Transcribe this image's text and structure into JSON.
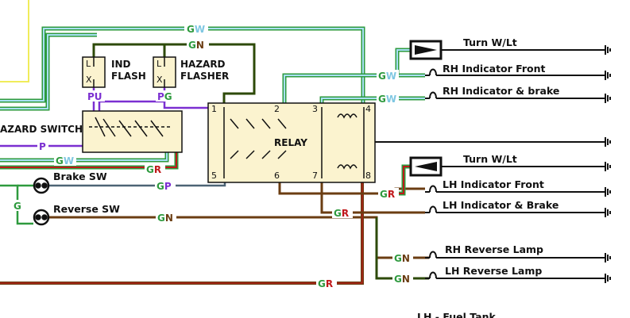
{
  "colors": {
    "green": "#2e9a3e",
    "light_blue": "#a8e0f5",
    "brown": "#6b3d12",
    "red": "#c0181a",
    "purple": "#7b2fd1",
    "slate": "#4d6475",
    "yellow": "#f0ec5a",
    "dark_green": "#2d4a08",
    "box_fill": "#fbf3cf"
  },
  "components": {
    "ind_flash_line1": "IND",
    "ind_flash_line2": "FLASH",
    "hazard_flasher_line1": "HAZARD",
    "hazard_flasher_line2": "FLASHER",
    "hazard_switch": "AZARD SWITCH",
    "relay": "RELAY",
    "flasher_pin_l": "L",
    "flasher_pin_x": "X",
    "relay_pins": [
      "1",
      "2",
      "3",
      "4",
      "5",
      "6",
      "7",
      "8"
    ]
  },
  "switches": {
    "brake": "Brake SW",
    "reverse": "Reverse SW"
  },
  "loads": {
    "rh_turn": "Turn W/Lt",
    "rh_front": "RH Indicator Front",
    "rh_brake": "RH Indicator & brake",
    "lh_turn": "Turn W/Lt",
    "lh_front": "LH Indicator Front",
    "lh_brake": "LH Indicator & Brake",
    "rh_reverse": "RH Reverse Lamp",
    "lh_reverse": "LH Reverse Lamp",
    "fuel_tank": "LH - Fuel Tank"
  },
  "wire_codes": {
    "gw": [
      "G",
      "W"
    ],
    "gn": [
      "G",
      "N"
    ],
    "gr": [
      "G",
      "R"
    ],
    "gp": [
      "G",
      "P"
    ],
    "pu": [
      "P",
      "U"
    ],
    "pg": [
      "P",
      "G"
    ],
    "p": "P",
    "g": "G"
  }
}
